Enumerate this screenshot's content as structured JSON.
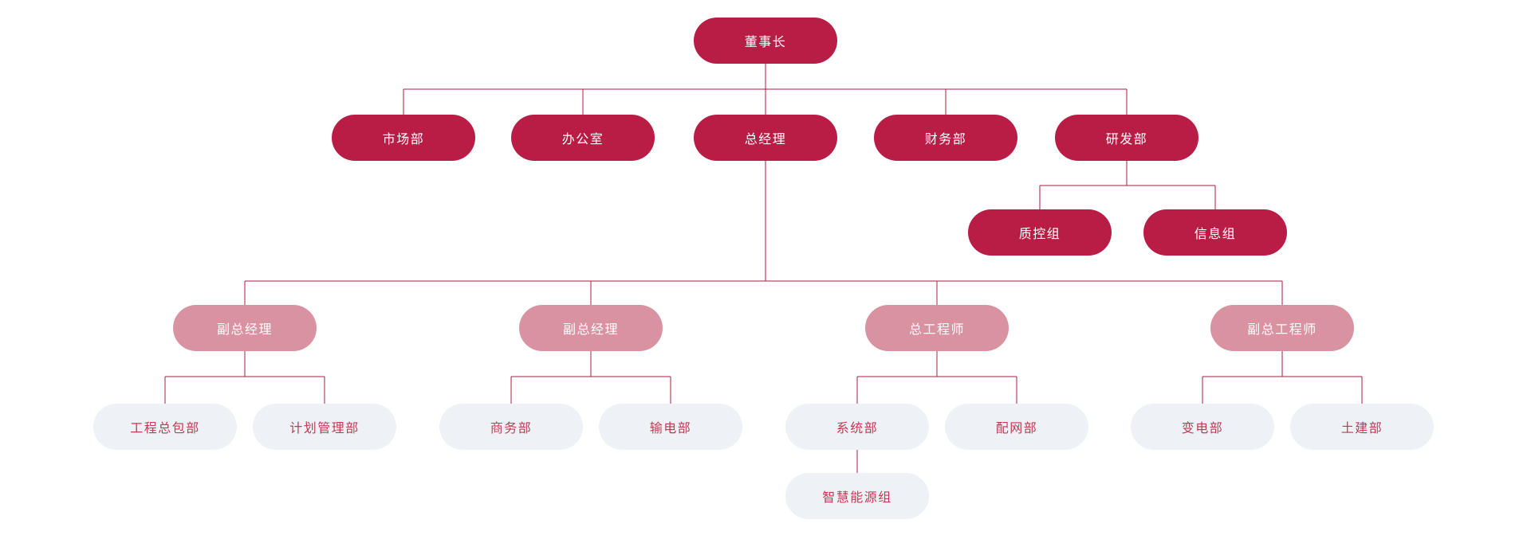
{
  "diagram": {
    "type": "org-chart",
    "palette": {
      "primary_fill": "#B91D45",
      "primary_text": "#FFFFFF",
      "secondary_fill": "#D992A0",
      "secondary_text": "#FFFFFF",
      "light_fill": "#EEF2F6",
      "light_text": "#C03A52",
      "connector_line": "#A81E40",
      "background": "#FFFFFF"
    },
    "nodes": {
      "chairman": {
        "label": "董事长",
        "level": "primary",
        "parent": null
      },
      "marketing_dept": {
        "label": "市场部",
        "level": "primary",
        "parent": "chairman"
      },
      "office": {
        "label": "办公室",
        "level": "primary",
        "parent": "chairman"
      },
      "general_manager": {
        "label": "总经理",
        "level": "primary",
        "parent": "chairman"
      },
      "finance_dept": {
        "label": "财务部",
        "level": "primary",
        "parent": "chairman"
      },
      "rnd_dept": {
        "label": "研发部",
        "level": "primary",
        "parent": "chairman"
      },
      "quality_control_group": {
        "label": "质控组",
        "level": "primary",
        "parent": "rnd_dept"
      },
      "information_group": {
        "label": "信息组",
        "level": "primary",
        "parent": "rnd_dept"
      },
      "deputy_gm_1": {
        "label": "副总经理",
        "level": "secondary",
        "parent": "general_manager"
      },
      "deputy_gm_2": {
        "label": "副总经理",
        "level": "secondary",
        "parent": "general_manager"
      },
      "chief_engineer": {
        "label": "总工程师",
        "level": "secondary",
        "parent": "general_manager"
      },
      "deputy_chief_engineer": {
        "label": "副总工程师",
        "level": "secondary",
        "parent": "general_manager"
      },
      "epc_dept": {
        "label": "工程总包部",
        "level": "light",
        "parent": "deputy_gm_1"
      },
      "planning_mgmt_dept": {
        "label": "计划管理部",
        "level": "light",
        "parent": "deputy_gm_1"
      },
      "commerce_dept": {
        "label": "商务部",
        "level": "light",
        "parent": "deputy_gm_2"
      },
      "transmission_dept": {
        "label": "输电部",
        "level": "light",
        "parent": "deputy_gm_2"
      },
      "system_dept": {
        "label": "系统部",
        "level": "light",
        "parent": "chief_engineer"
      },
      "distribution_dept": {
        "label": "配网部",
        "level": "light",
        "parent": "chief_engineer"
      },
      "substation_dept": {
        "label": "变电部",
        "level": "light",
        "parent": "deputy_chief_engineer"
      },
      "civil_dept": {
        "label": "土建部",
        "level": "light",
        "parent": "deputy_chief_engineer"
      },
      "smart_energy_group": {
        "label": "智慧能源组",
        "level": "light",
        "parent": "system_dept"
      }
    }
  }
}
